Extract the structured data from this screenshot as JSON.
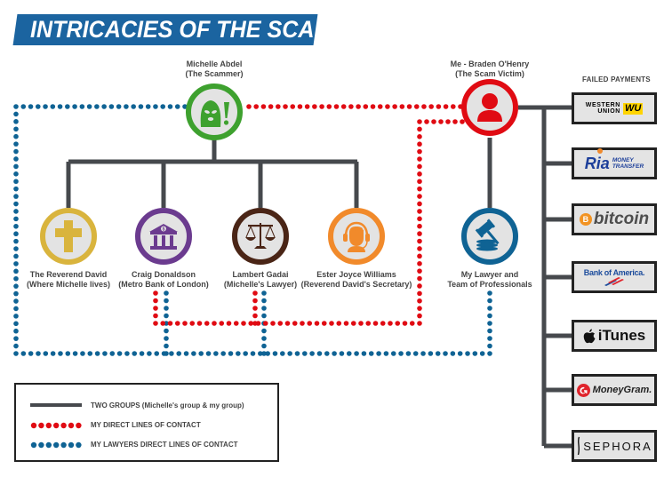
{
  "title": "INTRICACIES OF THE SCAM",
  "colors": {
    "banner": "#1b64a0",
    "group_line": "#46494d",
    "direct_contact": "#e00b13",
    "lawyer_contact": "#0f6394",
    "scammer": "#3ea12f",
    "victim": "#e00b13",
    "reverend": "#d9b43d",
    "bank": "#6b3b8f",
    "lawyer_m": "#4a2516",
    "secretary": "#f18a2b",
    "my_lawyer": "#0f6394"
  },
  "scammer": {
    "name": "Michelle Abdel",
    "role": "(The Scammer)",
    "icon": "balaclava-icon"
  },
  "victim": {
    "name": "Me - Braden O'Henry",
    "role": "(The Scam Victim)",
    "icon": "person-icon"
  },
  "michelle_group": [
    {
      "name": "The Reverend David",
      "role": "(Where Michelle lives)",
      "icon": "cross-icon"
    },
    {
      "name": "Craig Donaldson",
      "role": "(Metro Bank of London)",
      "icon": "bank-icon"
    },
    {
      "name": "Lambert Gadai",
      "role": "(Michelle's Lawyer)",
      "icon": "scales-icon"
    },
    {
      "name": "Ester Joyce Williams",
      "role": "(Reverend David's Secretary)",
      "icon": "headset-icon"
    }
  ],
  "my_lawyer": {
    "name": "My Lawyer and",
    "role": "Team of Professionals",
    "icon": "gavel-icon"
  },
  "failed_payments": {
    "title": "FAILED PAYMENTS",
    "items": [
      {
        "name": "Western Union",
        "line1": "WESTERN",
        "line2": "UNION",
        "badge": "WU"
      },
      {
        "name": "Ria Money Transfer",
        "brand": "Ria",
        "line1": "MONEY",
        "line2": "TRANSFER"
      },
      {
        "name": "bitcoin",
        "brand": "bitcoin",
        "symbol": "B"
      },
      {
        "name": "Bank of America",
        "brand": "Bank of America."
      },
      {
        "name": "iTunes",
        "brand": "iTunes"
      },
      {
        "name": "MoneyGram",
        "brand": "MoneyGram."
      },
      {
        "name": "Sephora",
        "brand": "SEPHORA"
      }
    ]
  },
  "legend": [
    {
      "type": "solid",
      "label": "TWO GROUPS (Michelle's group & my group)"
    },
    {
      "type": "red-dots",
      "label": "MY DIRECT LINES OF CONTACT"
    },
    {
      "type": "blue-dots",
      "label": "MY LAWYERS DIRECT LINES OF CONTACT"
    }
  ]
}
